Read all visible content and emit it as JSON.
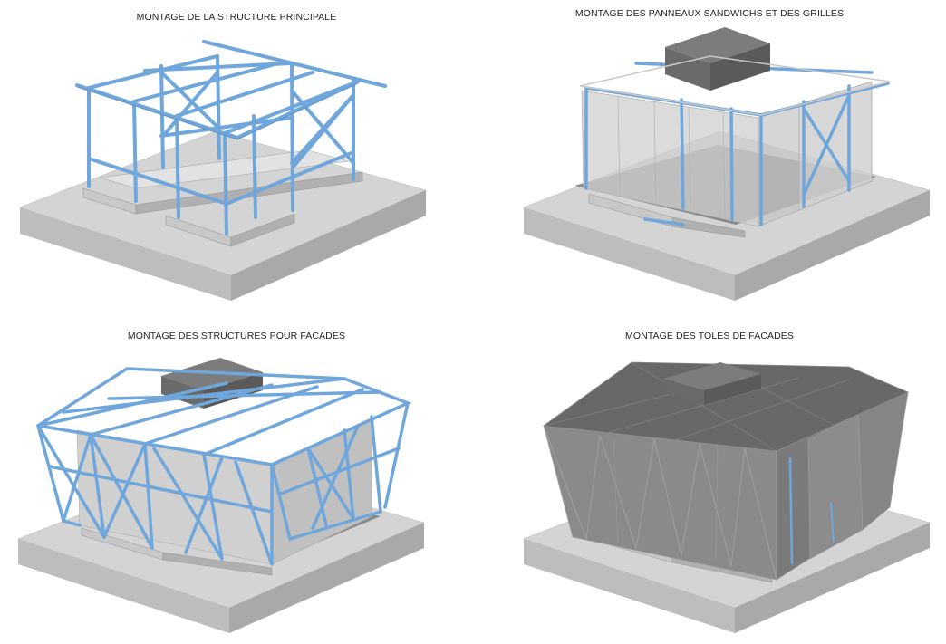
{
  "panels": [
    {
      "title": "MONTAGE DE LA STRUCTURE PRINCIPALE"
    },
    {
      "title": "MONTAGE DES PANNEAUX SANDWICHS ET DES GRILLES"
    },
    {
      "title": "MONTAGE DES STRUCTURES POUR FACADES"
    },
    {
      "title": "MONTAGE DES TOLES DE FACADES"
    }
  ],
  "colors": {
    "steel": "#6fa6dc",
    "steel_dark": "#4f86c0",
    "slab_top": "#d4d4d4",
    "slab_left": "#bdbdbd",
    "slab_right": "#a9a9a9",
    "panel_fill": "#cfcfcf",
    "roof_box": "#6a6a6a",
    "cladding": "#8a8a8a"
  }
}
